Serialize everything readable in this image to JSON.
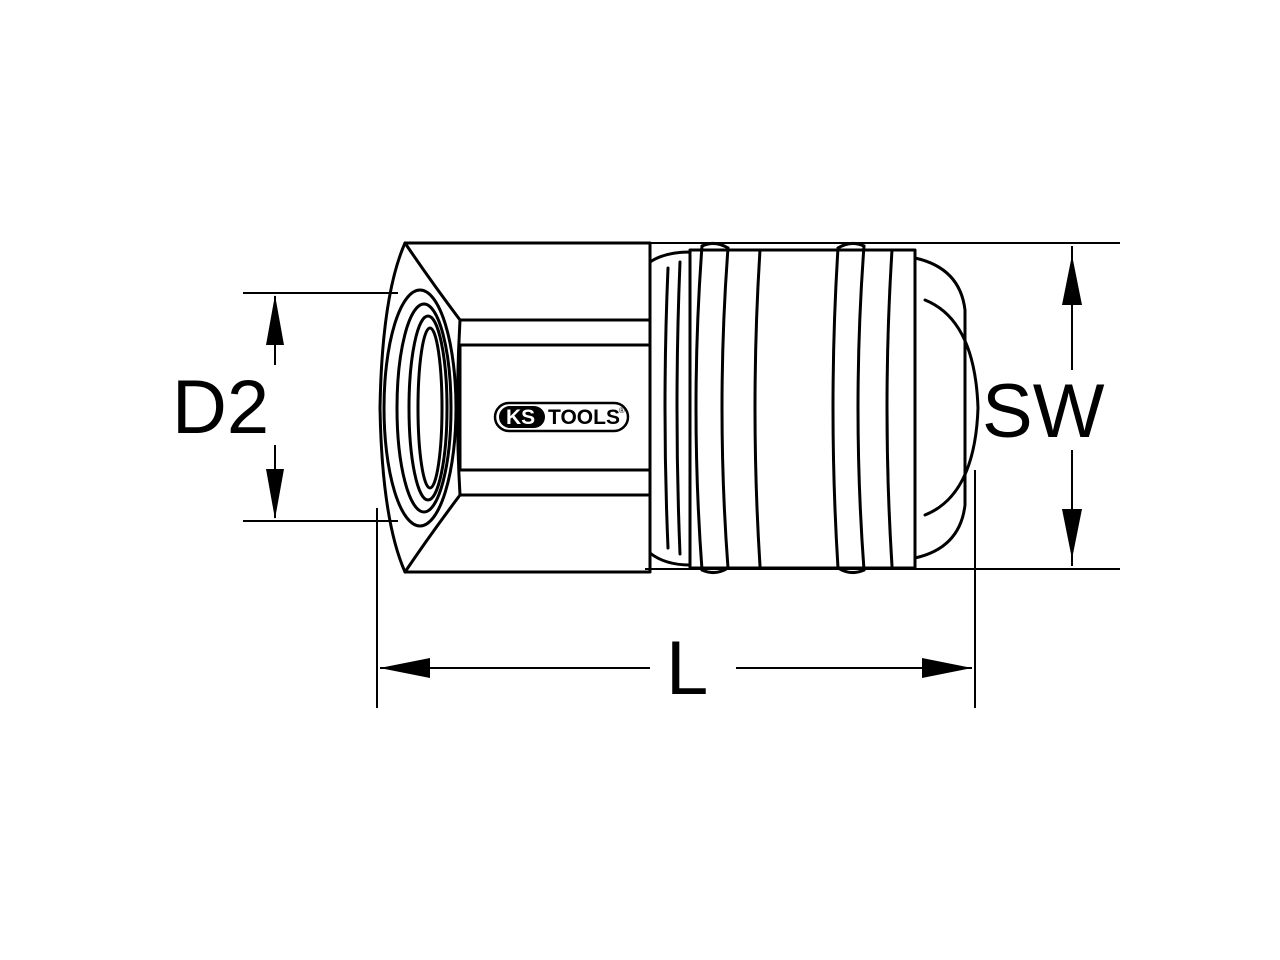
{
  "dimensions": {
    "d2_label": "D2",
    "sw_label": "SW",
    "l_label": "L"
  },
  "logo": {
    "brand_left": "KS",
    "brand_right": "TOOLS",
    "registered": "®"
  },
  "colors": {
    "line": "#000000",
    "background": "#ffffff"
  }
}
